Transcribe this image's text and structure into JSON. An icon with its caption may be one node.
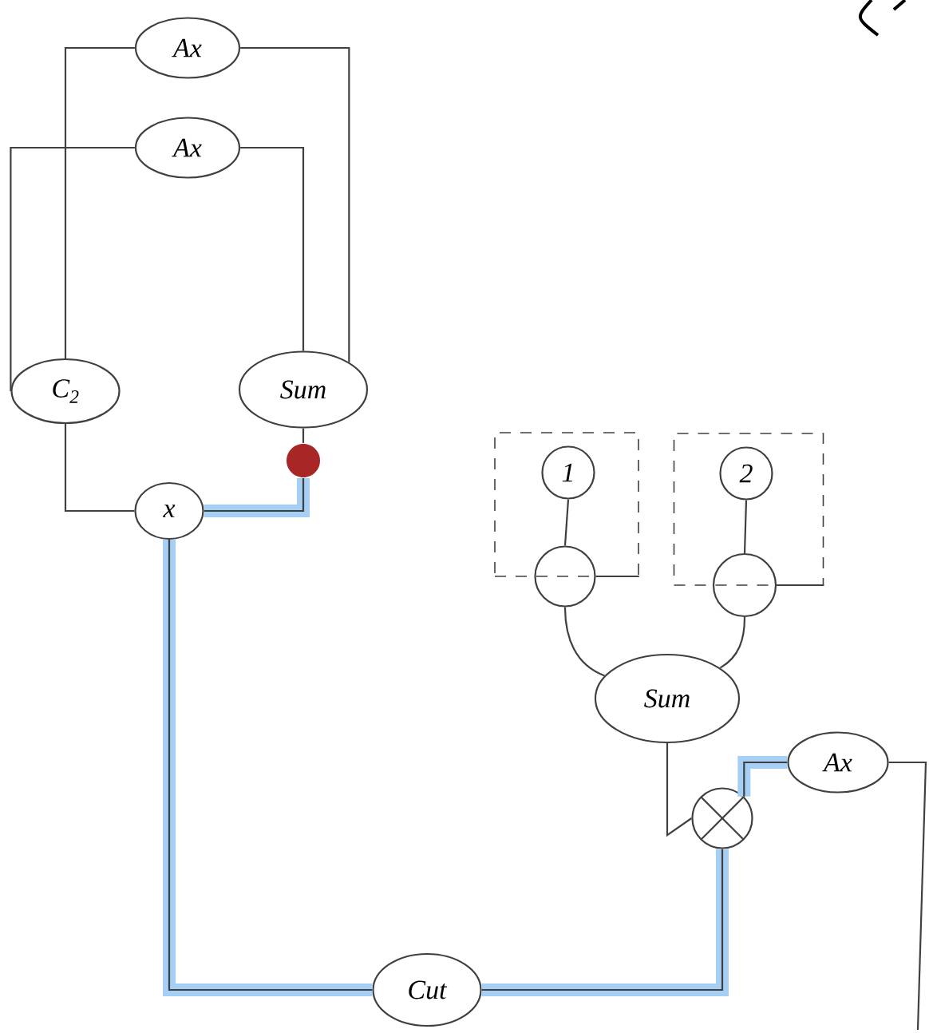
{
  "diagram": {
    "nodes": [
      {
        "text": [
          "Ax"
        ]
      },
      {
        "text": [
          "Ax"
        ]
      },
      {
        "text": [
          "C$_{2}$"
        ]
      },
      {
        "text": [
          "Sum"
        ]
      },
      {
        "text": [],
        "shape": "circle"
      },
      {
        "text": [
          "x"
        ]
      },
      {
        "text": [],
        "shape": "box"
      },
      {
        "text": [
          "1"
        ],
        "in": 6
      },
      {
        "text": [],
        "shape": "circle"
      },
      {
        "text": [],
        "shape": "box"
      },
      {
        "text": [
          "2"
        ],
        "in": 9
      },
      {
        "text": [],
        "shape": "circle"
      },
      {
        "text": [
          "Sum"
        ]
      },
      {
        "text": [
          "Ax"
        ]
      },
      {
        "text": [],
        "shape": "circle"
      },
      {
        "text": [
          "Cut"
        ]
      }
    ],
    "edges": [
      {
        "from": 0,
        "to": 2,
        "arrow": "none"
      },
      {
        "from": 0,
        "to": 3,
        "arrow": "none"
      },
      {
        "from": 1,
        "to": 2,
        "arrow": "none"
      },
      {
        "from": 1,
        "to": 3,
        "arrow": "none"
      },
      {
        "from": 2,
        "to": 5,
        "arrow": "none"
      },
      {
        "from": 3,
        "to": 4,
        "arrow": "none"
      },
      {
        "from": 4,
        "to": 5,
        "arrow": "none",
        "style": "thick",
        "color": "#a6cff5"
      },
      {
        "from": 5,
        "to": 15,
        "arrow": "none",
        "style": "thick",
        "color": "#a6cff5"
      },
      {
        "from": 15,
        "to": 14,
        "arrow": "none",
        "style": "thick",
        "color": "#a6cff5"
      },
      {
        "from": 14,
        "to": 13,
        "arrow": "none",
        "style": "thick",
        "color": "#a6cff5"
      },
      {
        "from": 7,
        "to": 8,
        "arrow": "none"
      },
      {
        "from": 10,
        "to": 11,
        "arrow": "none"
      },
      {
        "from": 8,
        "to": 12,
        "arrow": "none"
      },
      {
        "from": 11,
        "to": 12,
        "arrow": "none"
      },
      {
        "from": 12,
        "to": 14,
        "arrow": "none"
      },
      {
        "from": 13,
        "to": null,
        "arrow": "none"
      },
      {
        "from": 8,
        "to": 6,
        "arrow": "none"
      },
      {
        "from": 11,
        "to": 9,
        "arrow": "none"
      }
    ]
  }
}
